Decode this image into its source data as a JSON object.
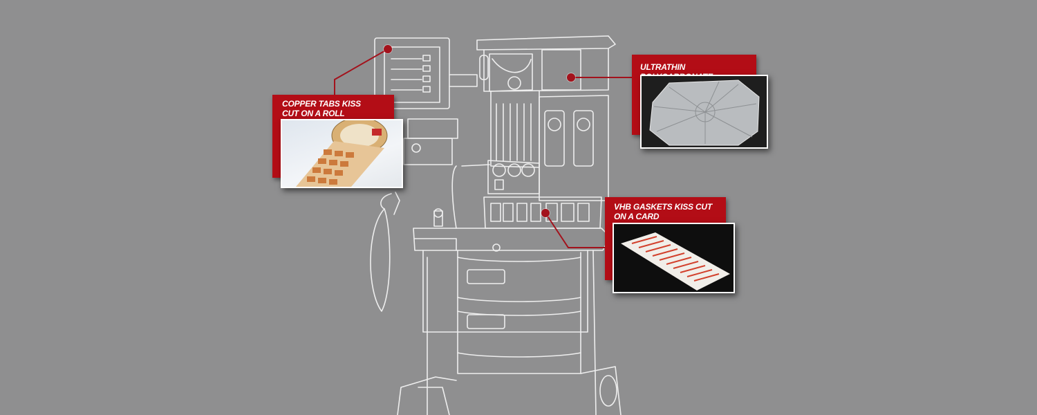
{
  "scene": {
    "name": "anesthesia-machine-line-drawing",
    "background_color": "#8f8f90",
    "accent_color": "#b30d16",
    "line_color": "#ffffff"
  },
  "callouts": [
    {
      "id": "copper",
      "label": "COPPER TABS KISS CUT ON A ROLL",
      "icon": "copper-tabs-roll-photo"
    },
    {
      "id": "polycarbonate",
      "label": "ULTRATHIN POLYCARBONATE",
      "icon": "polycarbonate-disc-photo"
    },
    {
      "id": "vhb",
      "label": "VHB GASKETS KISS CUT ON A CARD",
      "icon": "vhb-gasket-card-photo"
    }
  ]
}
